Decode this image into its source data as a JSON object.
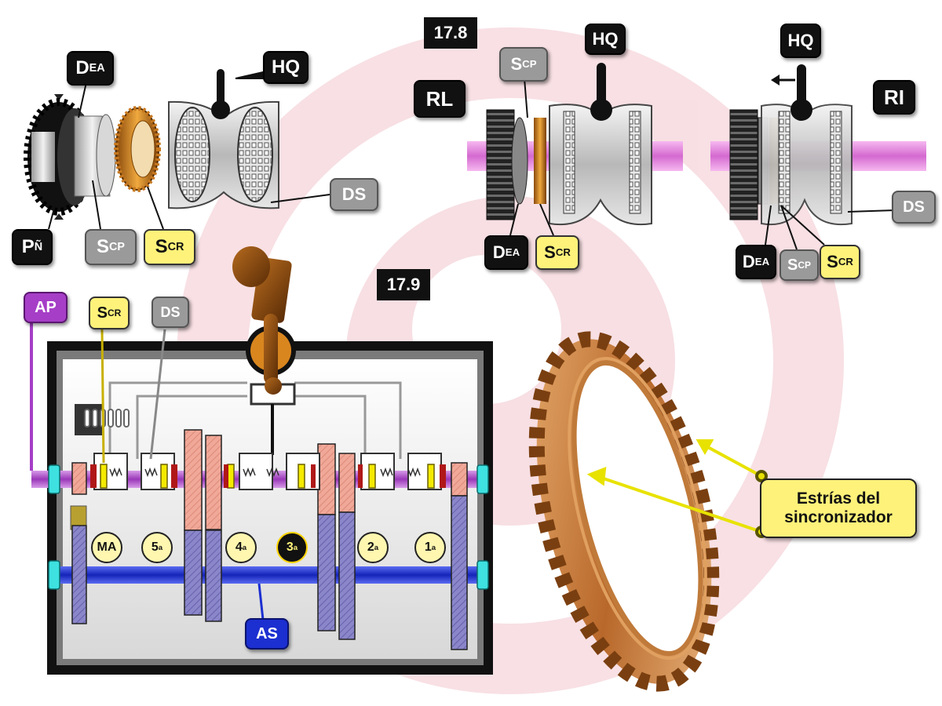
{
  "figures": {
    "fig_178": "17.8",
    "fig_179": "17.9"
  },
  "top_left": {
    "hq": "HQ",
    "dea": {
      "base": "D",
      "sub": "EA"
    },
    "pn": {
      "base": "P",
      "sub": "Ñ"
    },
    "scp": {
      "base": "S",
      "sub": "CP"
    },
    "scr": {
      "base": "S",
      "sub": "CR"
    },
    "ds": "DS"
  },
  "top_middle": {
    "rl": "RL",
    "hq": "HQ",
    "scp": {
      "base": "S",
      "sub": "CP"
    },
    "dea": {
      "base": "D",
      "sub": "EA"
    },
    "scr": {
      "base": "S",
      "sub": "CR"
    }
  },
  "top_right": {
    "hq": "HQ",
    "ri": "RI",
    "ds": "DS",
    "dea": {
      "base": "D",
      "sub": "EA"
    },
    "scp": {
      "base": "S",
      "sub": "CP"
    },
    "scr": {
      "base": "S",
      "sub": "CR"
    }
  },
  "gearbox": {
    "ap": "AP",
    "scr": {
      "base": "S",
      "sub": "CR"
    },
    "ds": "DS",
    "as": "AS",
    "gears": [
      {
        "num": "MA",
        "sup": ""
      },
      {
        "num": "5",
        "sup": "a"
      },
      {
        "num": "4",
        "sup": "a"
      },
      {
        "num": "3",
        "sup": "a"
      },
      {
        "num": "2",
        "sup": "a"
      },
      {
        "num": "1",
        "sup": "a"
      }
    ]
  },
  "callout": {
    "line1": "Estrías del",
    "line2": "sincronizador"
  },
  "colors": {
    "primary_shaft": "#a63ec7",
    "secondary_shaft": "#1c2fd0",
    "brass": "#d9861f",
    "label_yellow": "#fff27a",
    "gear_pink": "#f0a898",
    "gear_lilac": "#8a86c9",
    "housing": "#111111"
  },
  "icons": [
    "shift-lever-icon",
    "gear-icon",
    "synchro-ring-icon",
    "selector-fork-icon",
    "arrow-icon"
  ]
}
